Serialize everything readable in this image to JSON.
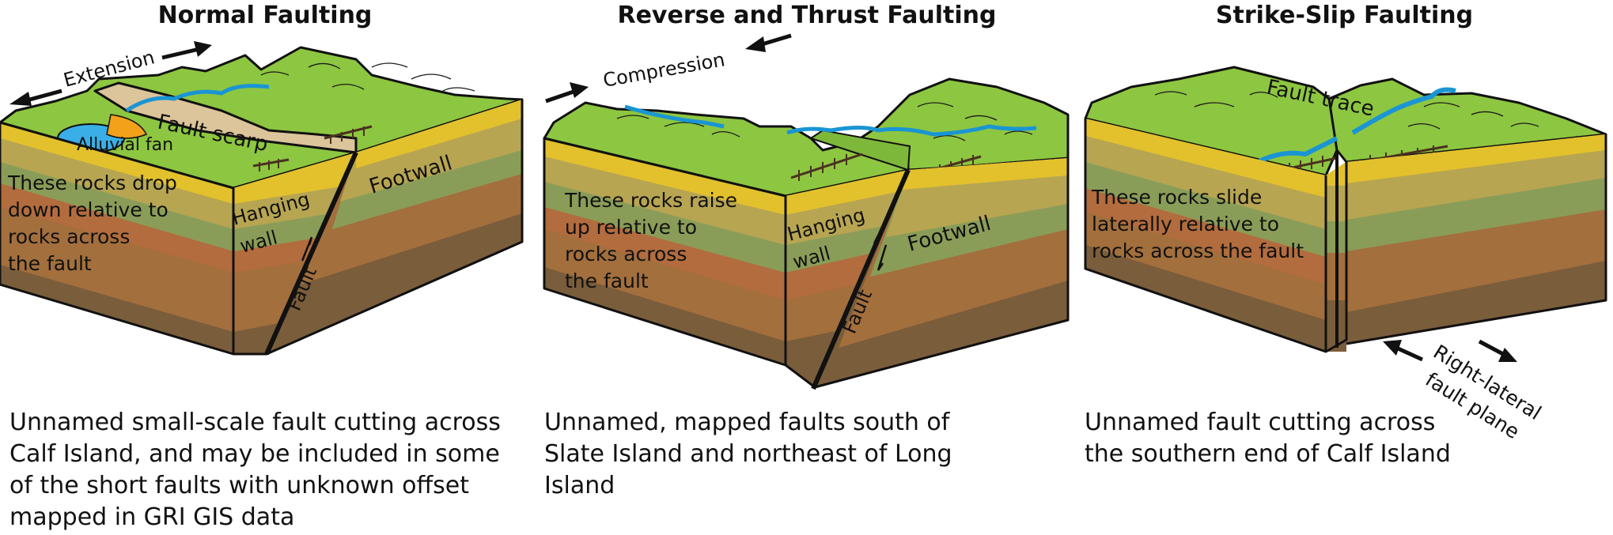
{
  "colors": {
    "surface_green": "#8dc640",
    "layer_yellow": "#e2c12c",
    "layer_olive": "#b7a552",
    "layer_green": "#8a9d58",
    "layer_brown": "#a36f3d",
    "layer_orange": "#b26c3e",
    "layer_dark": "#7a5d3b",
    "river_blue": "#1a95d4",
    "fan_blue": "#3aaee6",
    "fan_orange": "#f3a01b",
    "scarp_tan": "#dcc49b"
  },
  "panels": [
    {
      "title": "Normal Faulting",
      "labels": {
        "motion": "Extension",
        "alluvial_fan": "Alluvial fan",
        "fault_scarp": "Fault scarp",
        "footwall": "Footwall",
        "hanging_wall_1": "Hanging",
        "hanging_wall_2": "wall",
        "fault": "Fault",
        "block_note": [
          "These rocks drop",
          "down relative to",
          "rocks across",
          "the fault"
        ]
      },
      "caption": "Unnamed small-scale fault cutting across Calf Island, and may be included in some of the short faults with unknown offset mapped in GRI GIS data"
    },
    {
      "title": "Reverse and Thrust Faulting",
      "labels": {
        "motion": "Compression",
        "hanging_wall_1": "Hanging",
        "hanging_wall_2": "wall",
        "footwall": "Footwall",
        "fault": "Fault",
        "block_note": [
          "These rocks raise",
          "up relative to",
          "rocks across",
          "the fault"
        ]
      },
      "caption": "Unnamed, mapped faults south of Slate Island and northeast of Long Island"
    },
    {
      "title": "Strike-Slip Faulting",
      "labels": {
        "fault_trace": "Fault trace",
        "motion_1": "Right-lateral",
        "motion_2": "fault plane",
        "block_note": [
          "These rocks slide",
          "laterally relative to",
          "rocks across the fault"
        ]
      },
      "caption": "Unnamed fault cutting across the southern end of Calf Island"
    }
  ]
}
